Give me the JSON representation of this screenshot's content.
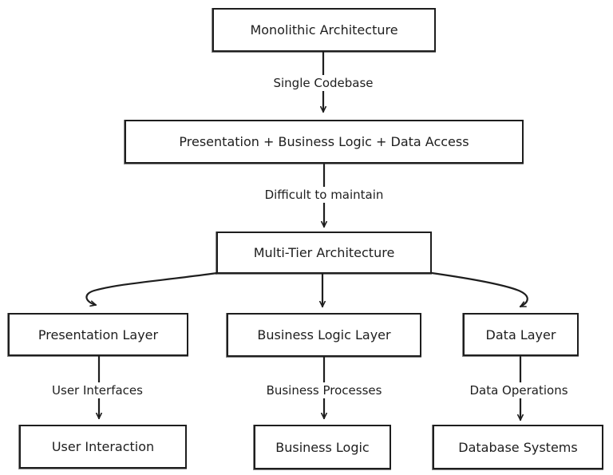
{
  "nodes": {
    "monolithic": "Monolithic Architecture",
    "combined": "Presentation + Business Logic + Data Access",
    "multitier": "Multi-Tier Architecture",
    "presentation": "Presentation Layer",
    "business": "Business Logic Layer",
    "data": "Data Layer",
    "user_interaction": "User Interaction",
    "business_logic": "Business Logic",
    "database": "Database Systems"
  },
  "edges": {
    "single_codebase": "Single Codebase",
    "difficult": "Difficult to maintain",
    "user_interfaces": "User Interfaces",
    "business_processes": "Business Processes",
    "data_operations": "Data Operations"
  },
  "colors": {
    "stroke": "#1e1e1e",
    "background": "#ffffff"
  }
}
